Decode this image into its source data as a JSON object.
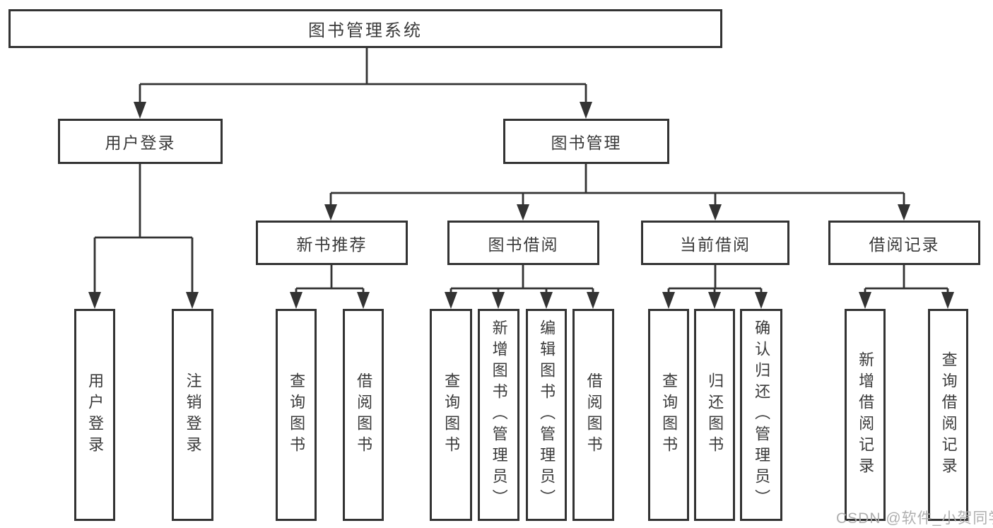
{
  "tree": {
    "root": {
      "label": "图书管理系统"
    },
    "branches": [
      {
        "label": "用户登录",
        "children": [
          {
            "label": "用户登录"
          },
          {
            "label": "注销登录"
          }
        ]
      },
      {
        "label": "图书管理",
        "children": [
          {
            "label": "新书推荐",
            "children": [
              {
                "label": "查询图书"
              },
              {
                "label": "借阅图书"
              }
            ]
          },
          {
            "label": "图书借阅",
            "children": [
              {
                "label": "查询图书"
              },
              {
                "label": "新增图书（管理员）"
              },
              {
                "label": "编辑图书（管理员）"
              },
              {
                "label": "借阅图书"
              }
            ]
          },
          {
            "label": "当前借阅",
            "children": [
              {
                "label": "查询图书"
              },
              {
                "label": "归还图书"
              },
              {
                "label": "确认归还（管理员）"
              }
            ]
          },
          {
            "label": "借阅记录",
            "children": [
              {
                "label": "新增借阅记录"
              },
              {
                "label": "查询借阅记录"
              }
            ]
          }
        ]
      }
    ]
  },
  "watermark": {
    "text": "CSDN @软件_小贺同学"
  },
  "colors": {
    "line": "#333333",
    "box_border": "#333333",
    "text": "#3a3a3a",
    "watermark": "#ababab",
    "background": "#ffffff"
  }
}
